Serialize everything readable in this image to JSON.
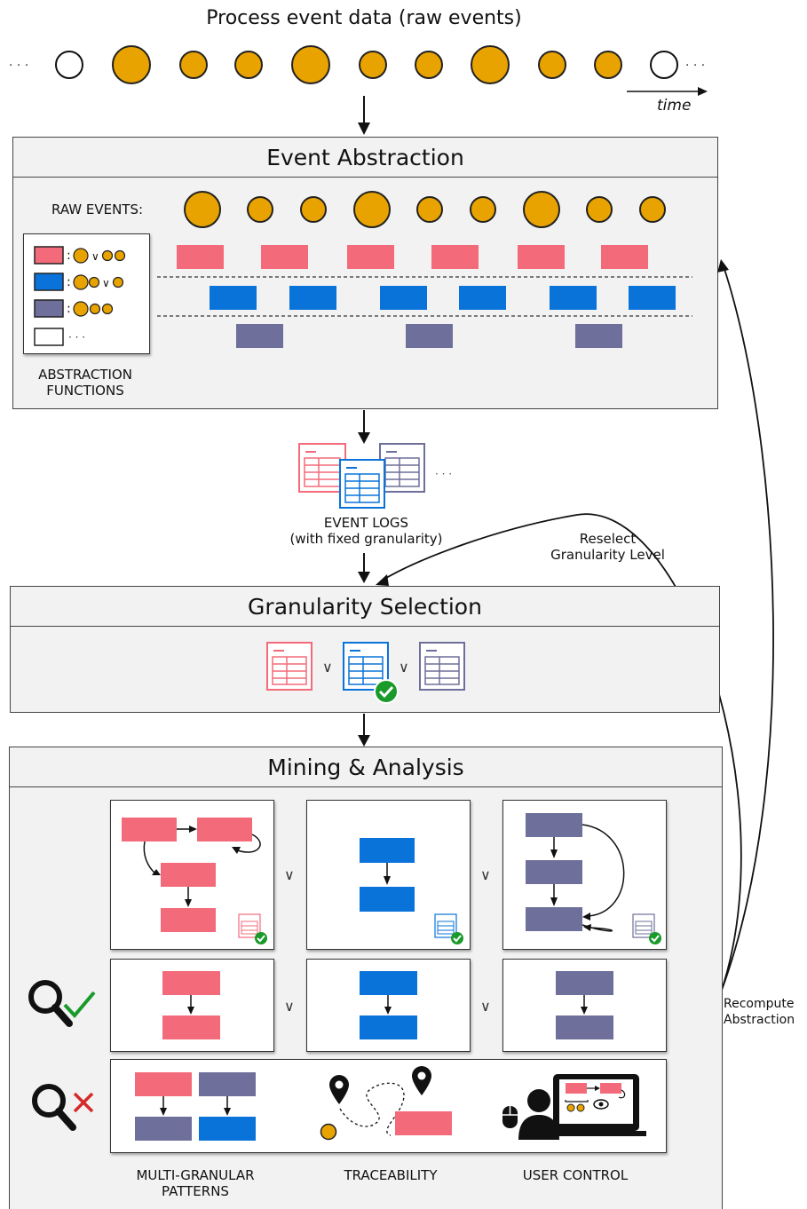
{
  "title": "Process event data (raw events)",
  "time_label": "time",
  "event_abstraction": {
    "heading": "Event Abstraction",
    "raw_events_label": "RAW EVENTS:",
    "functions_label": "ABSTRACTION\nFUNCTIONS"
  },
  "event_logs": {
    "label": "EVENT LOGS\n(with fixed granularity)"
  },
  "reselect_label": "Reselect\nGranularity Level",
  "granularity_selection": {
    "heading": "Granularity Selection"
  },
  "mining_analysis": {
    "heading": "Mining & Analysis",
    "bottom_labels": [
      "MULTI-GRANULAR\nPATTERNS",
      "TRACEABILITY",
      "USER CONTROL"
    ]
  },
  "recompute_label": "Recompute\nAbstraction",
  "or_symbol": "∨",
  "ellipsis": "· · ·",
  "colors": {
    "pink": "#f36b7a",
    "blue": "#0a73d9",
    "slate": "#6e6f9a",
    "gold": "#e8a300",
    "check_green": "#1a9a2a",
    "cross_red": "#d42a2a"
  },
  "icons": [
    "event-log-table-icon",
    "check-badge-icon",
    "magnifier-check-icon",
    "magnifier-cross-icon",
    "location-pin-icon",
    "user-computer-icon"
  ]
}
